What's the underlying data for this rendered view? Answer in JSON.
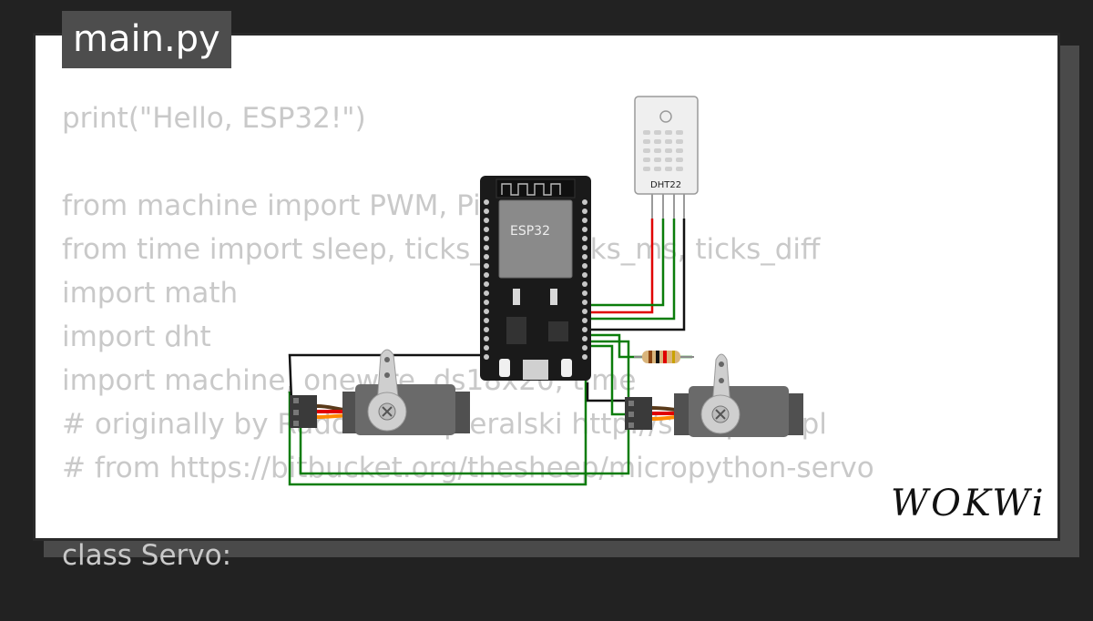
{
  "tab": {
    "label": "main.py"
  },
  "code_lines": [
    "print(\"Hello, ESP32!\")",
    "",
    "from machine import PWM, Pin",
    "from time import sleep, ticks_add, ticks_ms, ticks_diff",
    "import math",
    "import dht",
    "import machine, onewire, ds18x20, time",
    "# originally by Radomir Dopieralski http://sheep.art.pl",
    "# from https://bitbucket.org/thesheep/micropython-servo",
    "",
    "class Servo:"
  ],
  "components": {
    "mcu_label": "ESP32",
    "sensor_label": "DHT22"
  },
  "brand": {
    "logo_text": "WOKWi"
  },
  "colors": {
    "background": "#222222",
    "card": "#ffffff",
    "tab": "#4d4d4d",
    "code_text": "#c9c9c9",
    "wire_green": "#0a7d0a",
    "wire_red": "#e00000",
    "wire_black": "#111111",
    "servo_body": "#505050",
    "servo_horn": "#cfcfcf"
  }
}
